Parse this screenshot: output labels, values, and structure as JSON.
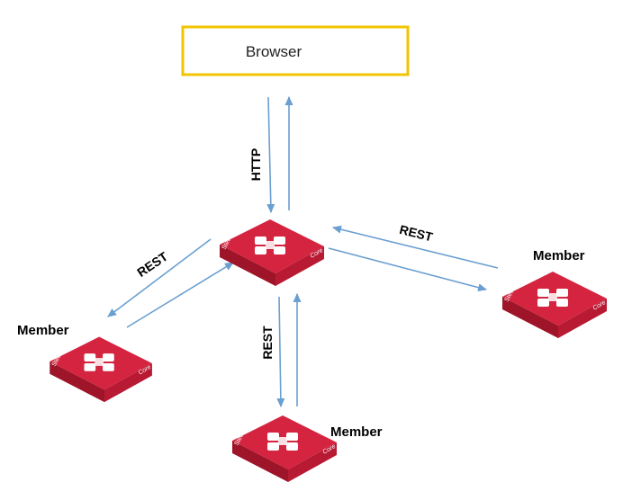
{
  "browser": {
    "label": "Browser",
    "border_color": "#f2c400"
  },
  "connections": {
    "browser_label": "HTTP",
    "left_label": "REST",
    "right_label": "REST",
    "bottom_label": "REST",
    "arrow_color": "#6a9fd0"
  },
  "devices": {
    "brand_text": "SteelFusion",
    "role_text": "Core",
    "colors": {
      "top": "#d42440",
      "left_side": "#9e1429",
      "right_side": "#b81a33"
    },
    "core": {},
    "members": [
      {
        "label": "Member"
      },
      {
        "label": "Member"
      },
      {
        "label": "Member"
      }
    ]
  }
}
